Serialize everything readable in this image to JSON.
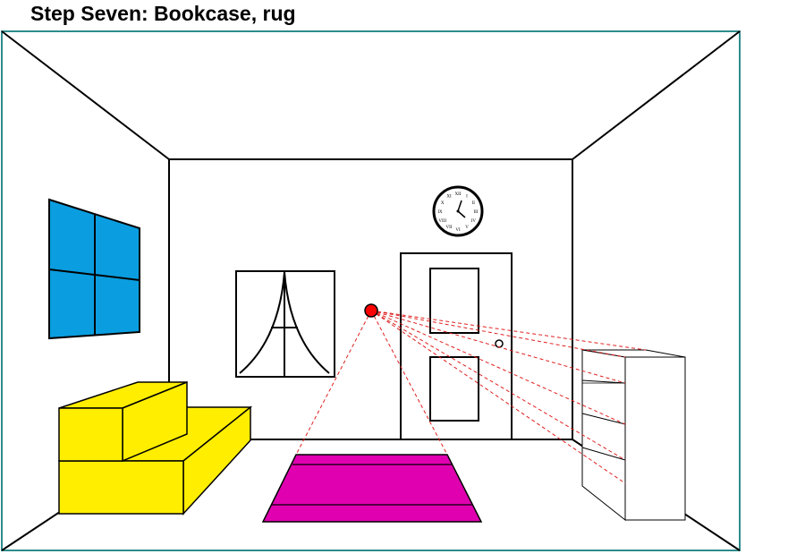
{
  "title": "Step Seven: Bookcase, rug",
  "colors": {
    "frame": "#2e8b8b",
    "window_blue": "#0a9ee0",
    "couch_yellow": "#ffee00",
    "rug_magenta": "#e000b0",
    "vanishing_point": "#ff0000",
    "guide_lines": "#e02020",
    "line": "#000000"
  },
  "clock": {
    "numerals": [
      "XII",
      "I",
      "II",
      "III",
      "IV",
      "V",
      "VI",
      "VII",
      "VIII",
      "IX",
      "X",
      "XI"
    ]
  },
  "objects": [
    "window",
    "eiffel-tower-picture",
    "clock",
    "door",
    "couch",
    "rug",
    "bookcase",
    "vanishing-point"
  ]
}
